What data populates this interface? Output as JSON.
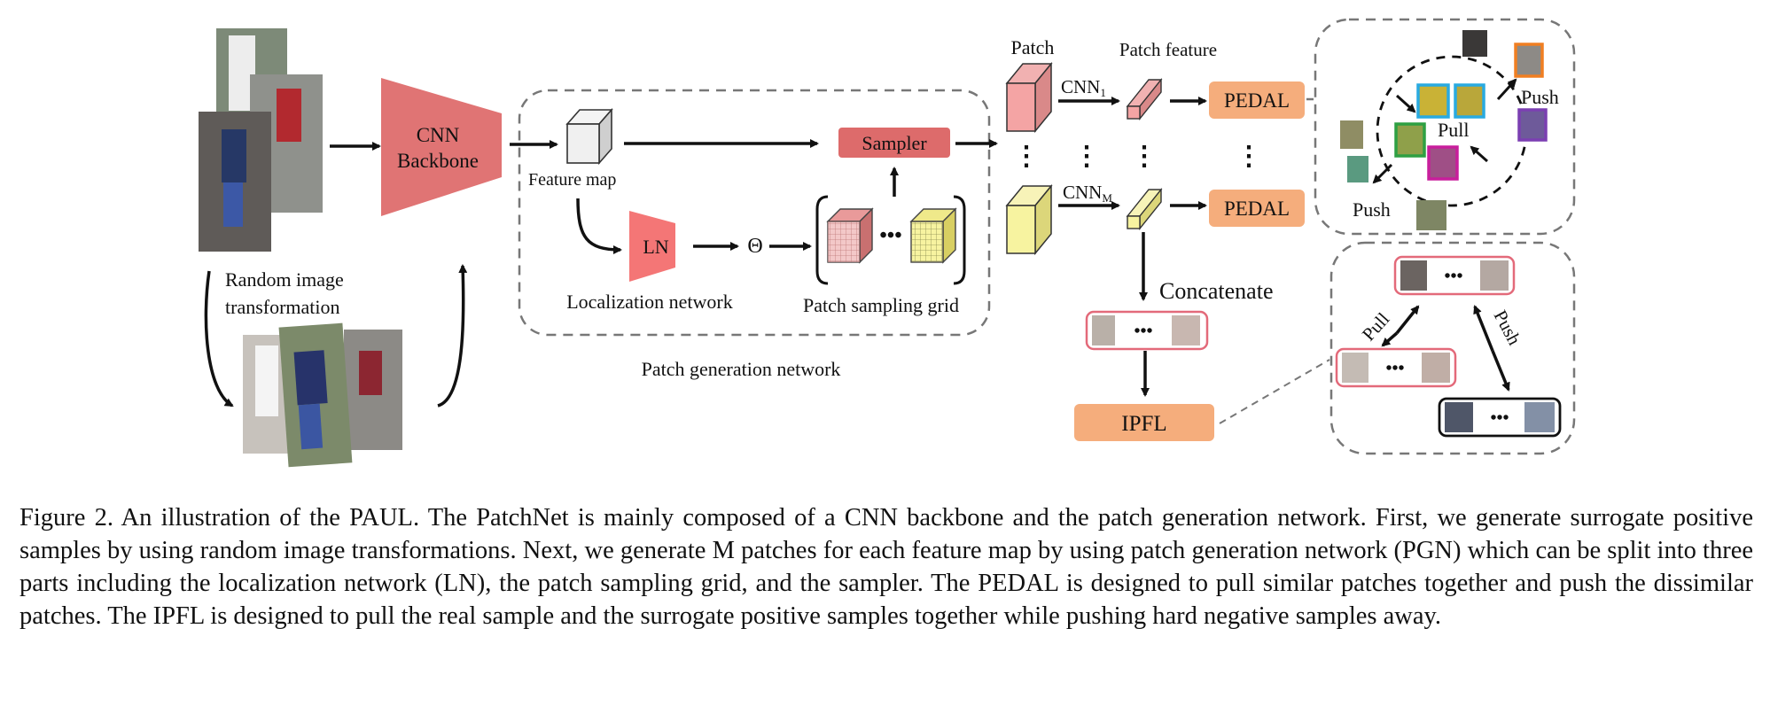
{
  "diagram": {
    "backbone": {
      "line1": "CNN",
      "line2": "Backbone"
    },
    "random_transform": {
      "line1": "Random image",
      "line2": "transformation"
    },
    "feature_map": "Feature map",
    "sampler": "Sampler",
    "ln": "LN",
    "theta": "Θ",
    "localization_network": "Localization network",
    "patch_sampling_grid": "Patch sampling grid",
    "patch_generation_network": "Patch generation network",
    "patch": "Patch",
    "patch_feature": "Patch feature",
    "cnn_1": {
      "base": "CNN",
      "sub": "1"
    },
    "cnn_m": {
      "base": "CNN",
      "sub": "M"
    },
    "pedal_top": "PEDAL",
    "pedal_bottom": "PEDAL",
    "concatenate": "Concatenate",
    "ipfl": "IPFL",
    "pedal_panel": {
      "push_right": "Push",
      "pull": "Pull",
      "push_bottom": "Push"
    },
    "ipfl_panel": {
      "pull": "Pull",
      "push": "Push"
    },
    "ellipsis": "•••"
  },
  "caption": "Figure 2. An illustration of the PAUL. The PatchNet is mainly composed of a CNN backbone and the patch generation network. First, we generate surrogate positive samples by using random image transformations. Next, we generate M patches for each feature map by using patch generation network (PGN) which can be split into three parts including the localization network (LN), the patch sampling grid, and the sampler. The PEDAL is designed to pull similar patches together and push the dissimilar patches. The IPFL is designed to pull the real sample and the surrogate positive samples together while pushing hard negative samples away.",
  "colors": {
    "backbone": "#e07474",
    "sampler": "#dd6b6b",
    "pedal": "#f5ad7c",
    "pink_block": "#f4a4a4",
    "yellow_block": "#f7f3a0",
    "border_cyan": "#29aae1",
    "border_green": "#2ea043",
    "border_magenta": "#c81e9c",
    "border_orange": "#f07f22",
    "border_purple": "#7b3fb2",
    "patch_box_border": "#e36a7a"
  }
}
